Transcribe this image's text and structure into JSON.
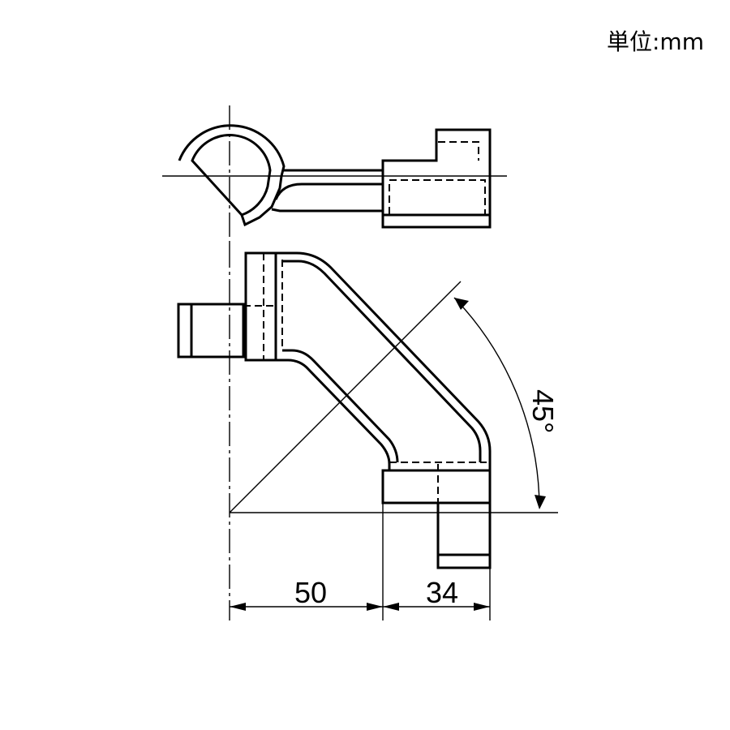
{
  "unit_label": "単位:mm",
  "dimensions": {
    "left_width": "50",
    "right_width": "34",
    "angle": "45°"
  }
}
